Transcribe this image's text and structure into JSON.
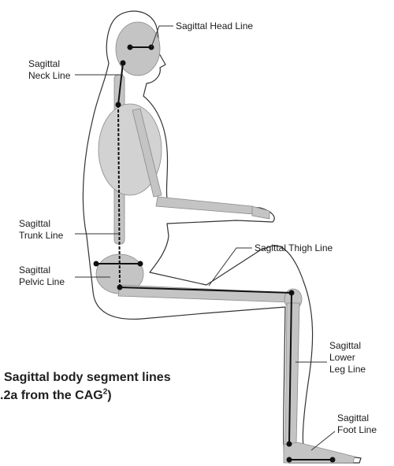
{
  "labels": {
    "head": "Sagittal Head Line",
    "neck": [
      "Sagittal",
      "Neck Line"
    ],
    "trunk": [
      "Sagittal",
      "Trunk Line"
    ],
    "pelvic": [
      "Sagittal",
      "Pelvic Line"
    ],
    "thigh": "Sagittal Thigh Line",
    "lower_leg": [
      "Sagittal",
      "Lower",
      "Leg Line"
    ],
    "foot": [
      "Sagittal",
      "Foot Line"
    ]
  },
  "caption": {
    "line1": "Sagittal body segment lines",
    "line2_prefix": ".2a from the CAG",
    "line2_sup": "2",
    "line2_suffix": ")"
  },
  "colors": {
    "outline": "#333333",
    "bone": "#c4c4c4",
    "segment_line": "#111111"
  }
}
